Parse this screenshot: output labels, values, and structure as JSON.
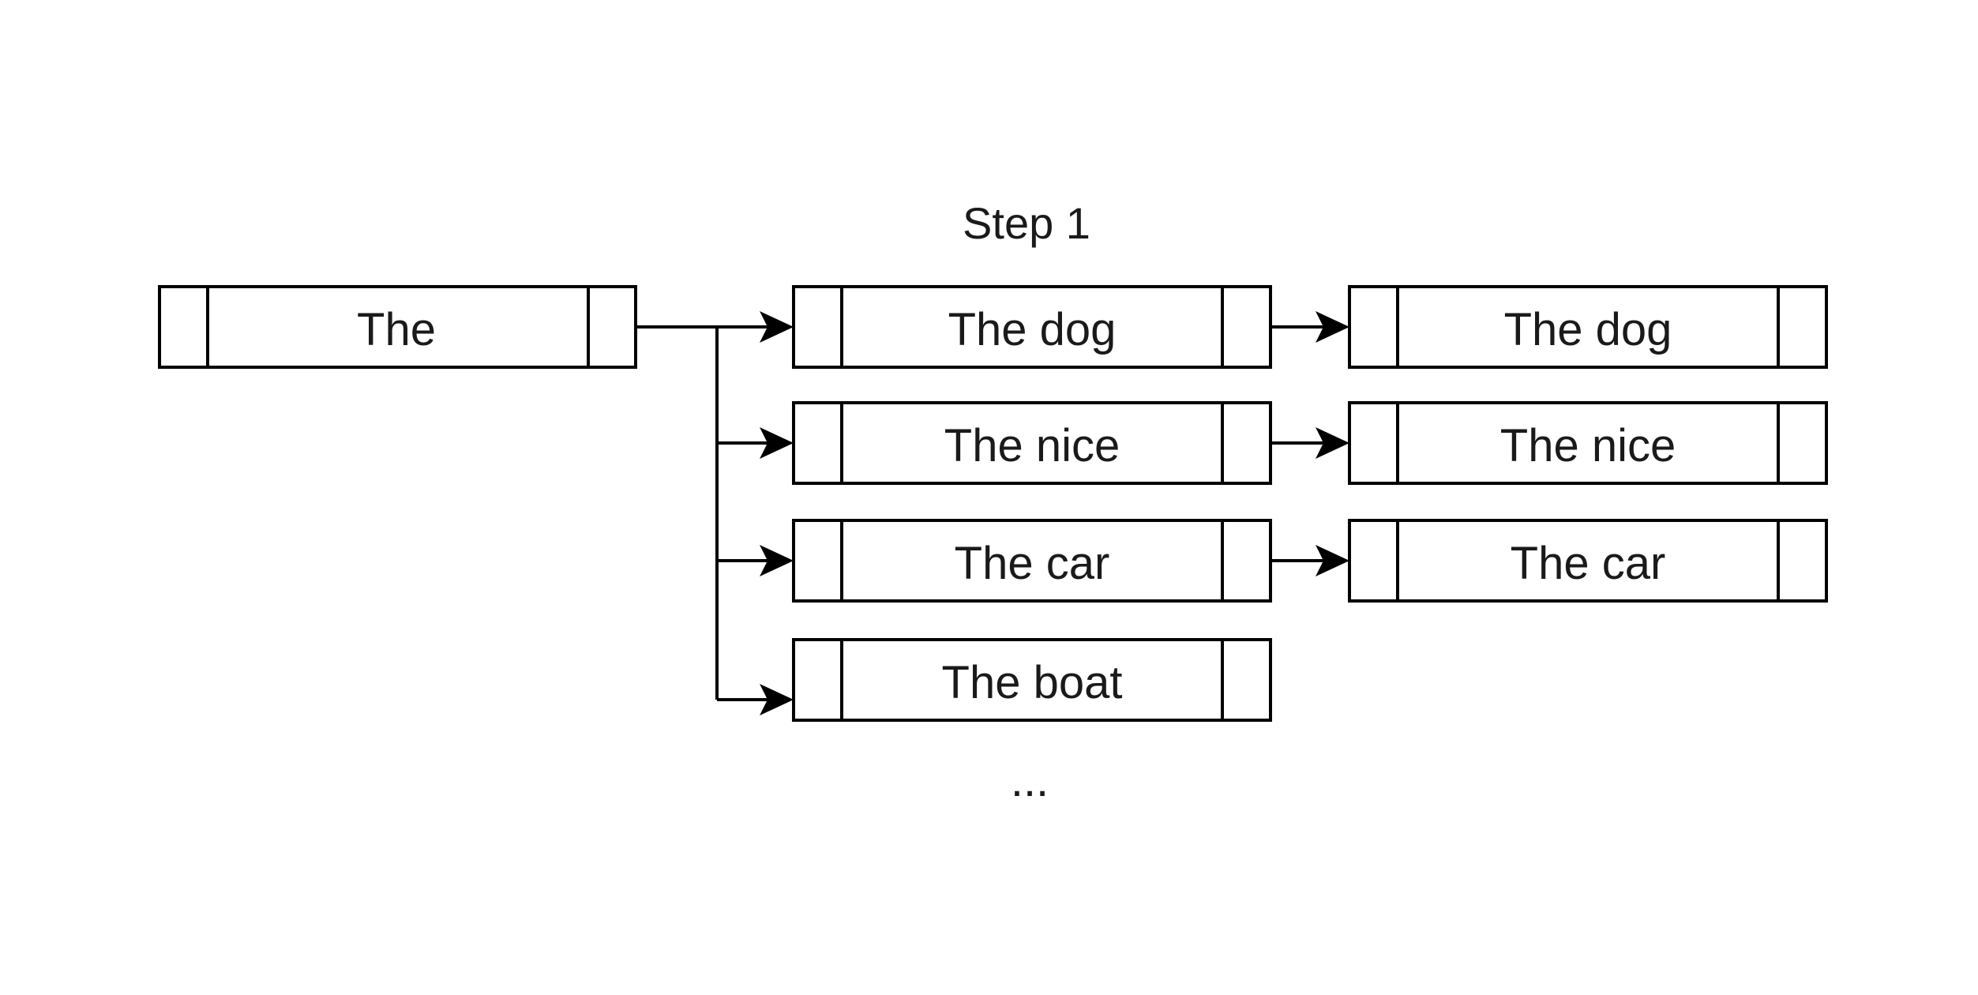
{
  "diagram": {
    "step_label": "Step 1",
    "ellipsis": "...",
    "root": {
      "label": "The"
    },
    "candidates": [
      {
        "label": "The dog"
      },
      {
        "label": "The nice"
      },
      {
        "label": "The car"
      },
      {
        "label": "The boat"
      }
    ],
    "kept": [
      {
        "label": "The dog"
      },
      {
        "label": "The nice"
      },
      {
        "label": "The car"
      }
    ]
  }
}
